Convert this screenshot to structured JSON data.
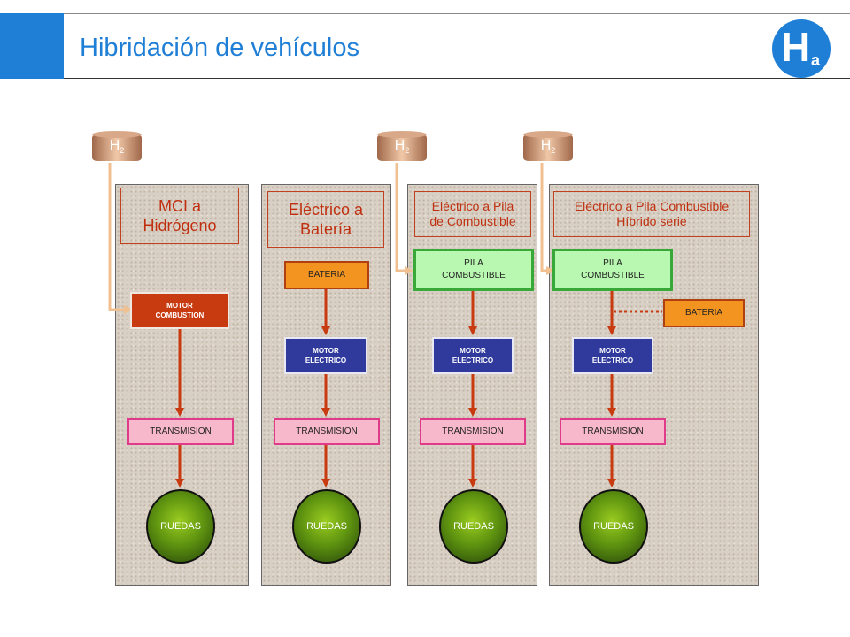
{
  "header": {
    "title": "Hibridación de vehículos",
    "logo_main": "H",
    "logo_sub": "a"
  },
  "h2": {
    "main": "H",
    "sub": "2"
  },
  "panels": [
    {
      "title_line1": "MCI a",
      "title_line2": "Hidrógeno",
      "motor": "MOTOR COMBUSTION",
      "transmision": "TRANSMISION",
      "ruedas": "RUEDAS"
    },
    {
      "title_line1": "Eléctrico a",
      "title_line2": "Batería",
      "bateria": "BATERIA",
      "motor": "MOTOR ELECTRICO",
      "transmision": "TRANSMISION",
      "ruedas": "RUEDAS"
    },
    {
      "title_line1": "Eléctrico a Pila",
      "title_line2": "de Combustible",
      "pila_line1": "PILA",
      "pila_line2": "COMBUSTIBLE",
      "motor": "MOTOR ELECTRICO",
      "transmision": "TRANSMISION",
      "ruedas": "RUEDAS"
    },
    {
      "title_line1": "Eléctrico a Pila Combustible",
      "title_line2": "Híbrido serie",
      "pila_line1": "PILA",
      "pila_line2": "COMBUSTIBLE",
      "bateria": "BATERIA",
      "motor": "MOTOR ELECTRICO",
      "transmision": "TRANSMISION",
      "ruedas": "RUEDAS"
    }
  ],
  "colors": {
    "accent": "#1f7fd6",
    "arrow": "#c83a10",
    "h2_line": "#f0c090"
  }
}
